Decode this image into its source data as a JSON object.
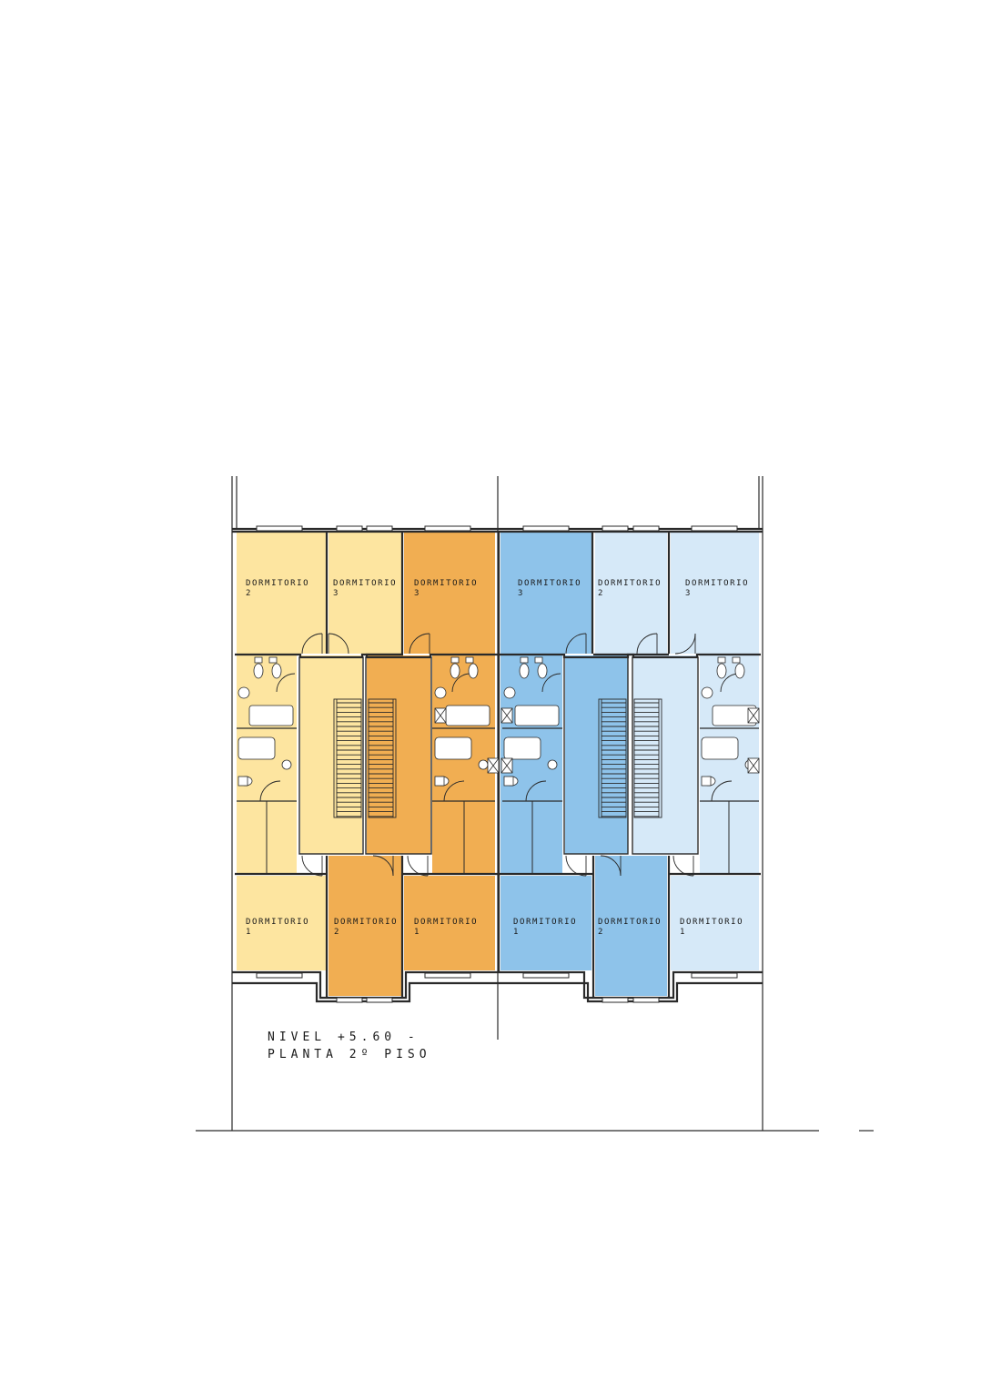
{
  "title": {
    "line1": "NIVEL +5.60 -",
    "line2": "PLANTA 2º PISO"
  },
  "colors": {
    "unit_a": "#FDE5A0",
    "unit_b": "#F1AE52",
    "unit_c": "#8EC3EA",
    "unit_d": "#D6E9F8",
    "wall": "#2a2a2a"
  },
  "rooms": [
    {
      "name": "DORMITORIO",
      "number": "2"
    },
    {
      "name": "DORMITORIO",
      "number": "3"
    },
    {
      "name": "DORMITORIO",
      "number": "3"
    },
    {
      "name": "DORMITORIO",
      "number": "3"
    },
    {
      "name": "DORMITORIO",
      "number": "2"
    },
    {
      "name": "DORMITORIO",
      "number": "3"
    },
    {
      "name": "DORMITORIO",
      "number": "1"
    },
    {
      "name": "DORMITORIO",
      "number": "2"
    },
    {
      "name": "DORMITORIO",
      "number": "1"
    },
    {
      "name": "DORMITORIO",
      "number": "1"
    },
    {
      "name": "DORMITORIO",
      "number": "2"
    },
    {
      "name": "DORMITORIO",
      "number": "1"
    }
  ]
}
